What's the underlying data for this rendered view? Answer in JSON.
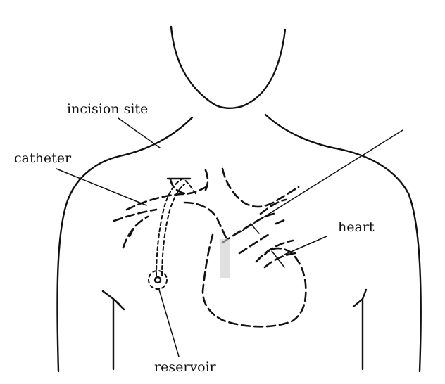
{
  "labels": {
    "incision_site": "incision site",
    "catheter": "catheter",
    "heart": "heart",
    "reservoir": "reservoir"
  }
}
